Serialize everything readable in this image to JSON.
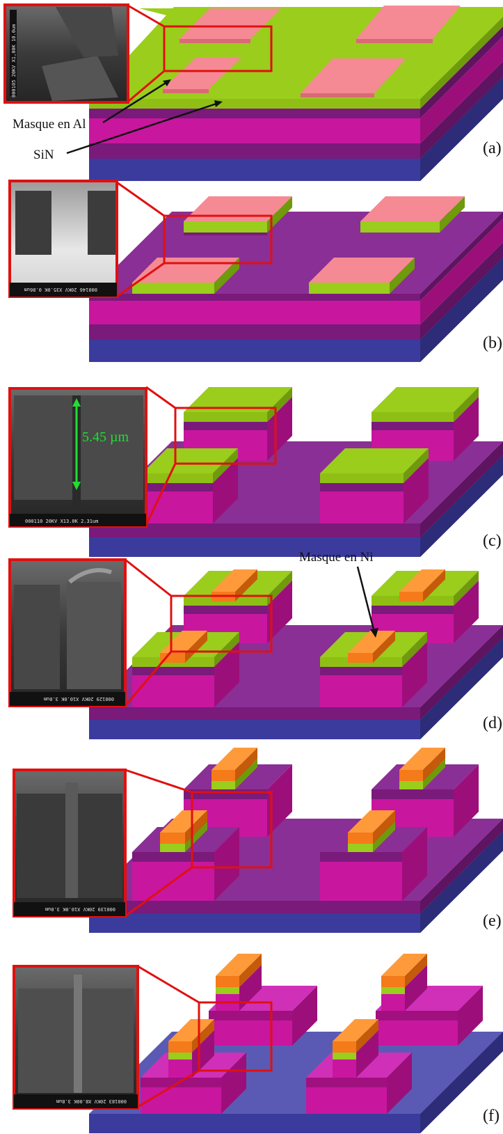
{
  "panels": [
    {
      "label": "(a)",
      "sem_caption": "000105 20KV X1,00K 10.0um"
    },
    {
      "label": "(b)",
      "sem_caption": "000146 20KV X35.0K 0.86um"
    },
    {
      "label": "(c)",
      "sem_caption": "000110 20KV X13.0K 2.31um"
    },
    {
      "label": "(d)",
      "sem_caption": "000129 20KV X10.0K 3.0um"
    },
    {
      "label": "(e)",
      "sem_caption": "000139 20KV X10.0K 3.0um"
    },
    {
      "label": "(f)",
      "sem_caption": "000183 20KV X8.00K 3.8um"
    }
  ],
  "callouts": {
    "al_mask": "Masque en Al",
    "sin": "SiN",
    "ni_mask": "Masque en Ni",
    "trench_depth": "5.45 µm"
  },
  "colors": {
    "substrate": "#3b3b9e",
    "dark_purple": "#7a1a7a",
    "magenta": "#c8169f",
    "purple_plate": "#8a2f95",
    "sin_green": "#9acd1c",
    "al_pink": "#f58a94",
    "ni_orange": "#f47a1a",
    "highlight_red": "#e01010"
  }
}
